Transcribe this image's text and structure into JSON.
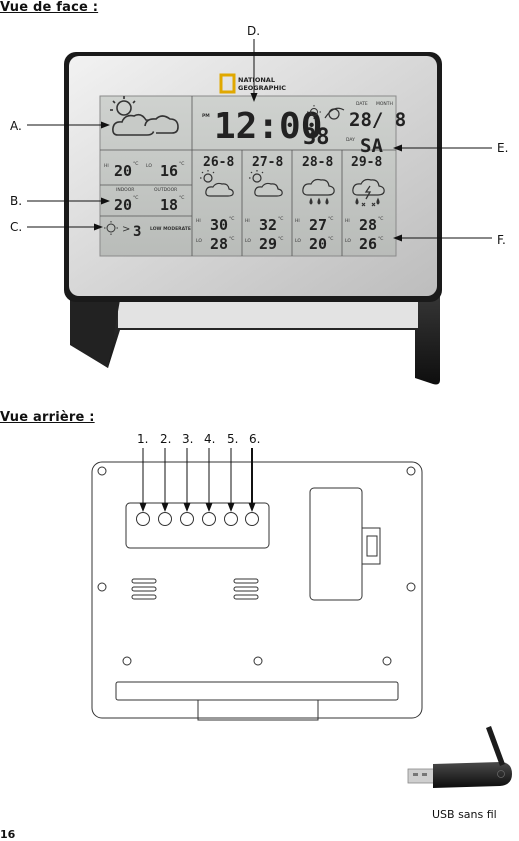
{
  "page": {
    "front_title": "Vue de face :",
    "back_title": "Vue arrière :",
    "page_number": "16",
    "usb_caption": "USB sans fil"
  },
  "front_labels": {
    "a": "A.",
    "b": "B.",
    "c": "C.",
    "d": "D.",
    "e": "E.",
    "f": "F."
  },
  "device": {
    "brand_line1": "NATIONAL",
    "brand_line2": "GEOGRAPHIC",
    "am_pm": "PM",
    "time": "12:00",
    "seconds": "38",
    "date_label": "DATE",
    "month_label": "MONTH",
    "date": "28/ 8",
    "day_label": "DAY",
    "day": "SA",
    "hi": "HI",
    "lo": "LO",
    "hi_temp": "20",
    "lo_temp": "16",
    "indoor_label": "INDOOR",
    "outdoor_label": "OUTDOOR",
    "indoor_temp": "20",
    "outdoor_temp": "18",
    "uv_value": "3",
    "uv_text": "LOW MODERATE",
    "unit": "°C",
    "forecast": [
      {
        "date": "26-8",
        "hi": "30",
        "lo": "28"
      },
      {
        "date": "27-8",
        "hi": "32",
        "lo": "29"
      },
      {
        "date": "28-8",
        "hi": "27",
        "lo": "20"
      },
      {
        "date": "29-8",
        "hi": "28",
        "lo": "26"
      }
    ]
  },
  "back_buttons": [
    "1.",
    "2.",
    "3.",
    "4.",
    "5.",
    "6."
  ]
}
